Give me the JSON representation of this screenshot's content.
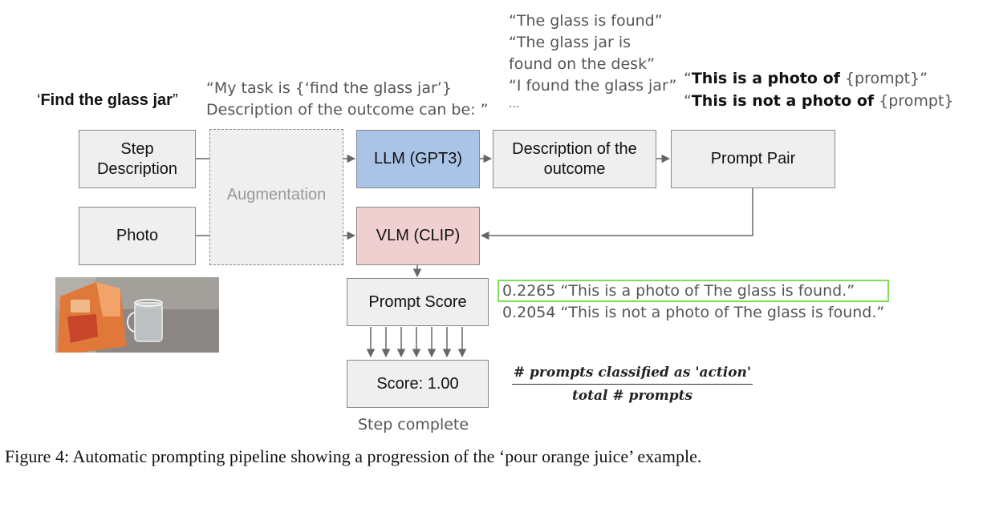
{
  "task_label": "Find the glass jar",
  "augmentation_prompt": {
    "line1": "“My task is {‘find the glass jar’}",
    "line2": "Description of the outcome can be: ”"
  },
  "llm_outputs": [
    "“The glass is found”",
    "“The glass jar is",
    "found on the desk”",
    "“I found the glass jar”",
    "..."
  ],
  "prompt_templates": [
    {
      "bold": "This is a photo of",
      "rest": "{prompt}”"
    },
    {
      "bold": "This is not a photo of",
      "rest": "{prompt}"
    }
  ],
  "boxes": {
    "step_description": "Step Description",
    "augmentation": "Augmentation",
    "llm": "LLM (GPT3)",
    "description_outcome": "Description of the outcome",
    "prompt_pair": "Prompt Pair",
    "photo": "Photo",
    "vlm": "VLM (CLIP)",
    "prompt_score": "Prompt Score",
    "score": "Score: 1.00"
  },
  "prompt_scores": [
    {
      "value": "0.2265",
      "text": "“This is a photo of The glass is found.”",
      "highlighted": true
    },
    {
      "value": "0.2054",
      "text": "“This is not a photo of The glass is found.”",
      "highlighted": false
    }
  ],
  "formula": {
    "numerator": "# prompts classified as 'action'",
    "denominator": "total # prompts"
  },
  "step_status": "Step complete",
  "caption": "Figure 4: Automatic prompting pipeline showing a progression of the ‘pour orange juice’ example.",
  "colors": {
    "llm_box": "#a9c4e6",
    "vlm_box": "#efcfcf",
    "default_box": "#efefef",
    "highlight_border": "#7ee05a"
  }
}
